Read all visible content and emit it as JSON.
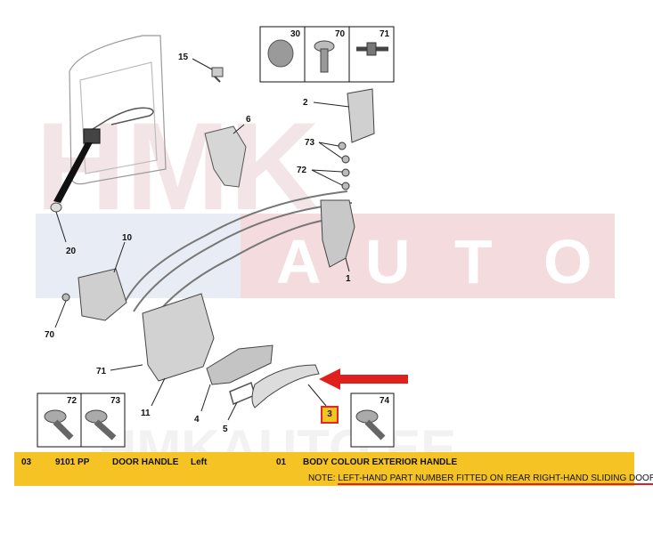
{
  "watermark": {
    "brand_main": "HMK",
    "brand_sub_letters": [
      "A",
      "U",
      "T",
      "O"
    ],
    "footer_site": "HMKAUTO.EE"
  },
  "callouts": [
    "15",
    "6",
    "2",
    "73",
    "72",
    "10",
    "1",
    "20",
    "70",
    "71",
    "11",
    "4",
    "5"
  ],
  "hardware_box_top": {
    "labels": [
      "30",
      "70",
      "71"
    ]
  },
  "hardware_box_left": {
    "labels": [
      "72",
      "73"
    ]
  },
  "hardware_box_right": {
    "labels": [
      "74"
    ]
  },
  "reference_marker": "3",
  "part_row": {
    "position": "03",
    "part_number": "9101 PP",
    "name": "DOOR HANDLE",
    "side": "Left",
    "quantity": "01",
    "description": "BODY COLOUR EXTERIOR HANDLE",
    "note_label": "NOTE:",
    "note_text": "LEFT-HAND PART NUMBER FITTED ON REAR RIGHT-HAND SLIDING DOOR"
  },
  "colors": {
    "highlight_bar": "#f6c324",
    "arrow": "#e0201c",
    "watermark_red": "#f0d6d8",
    "watermark_blue": "#dfe6f2"
  }
}
